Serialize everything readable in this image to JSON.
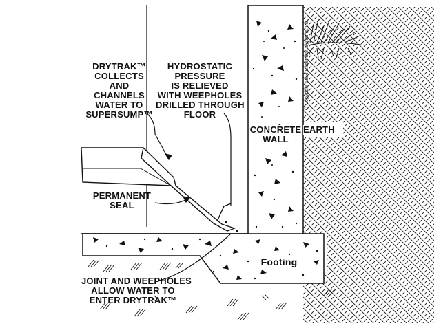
{
  "labels": {
    "drytrak": [
      "DRYTRAK™",
      "COLLECTS",
      "AND",
      "CHANNELS",
      "WATER TO",
      "SUPERSUMP™"
    ],
    "hydrostatic": [
      "HYDROSTATIC",
      "PRESSURE",
      "IS RELIEVED",
      "WITH WEEPHOLES",
      "DRILLED THROUGH",
      "FLOOR"
    ],
    "concrete_wall": [
      "CONCRETE",
      "WALL"
    ],
    "earth": "EARTH",
    "permanent_seal": [
      "PERMANENT",
      "SEAL"
    ],
    "footing": "Footing",
    "joint": [
      "JOINT AND WEEPHOLES",
      "ALLOW WATER TO",
      "ENTER DRYTRAK™"
    ],
    "copyright": "© Copyright 1994 Basement Systems, Inc."
  },
  "colors": {
    "ink": "#111111",
    "background": "#ffffff"
  }
}
